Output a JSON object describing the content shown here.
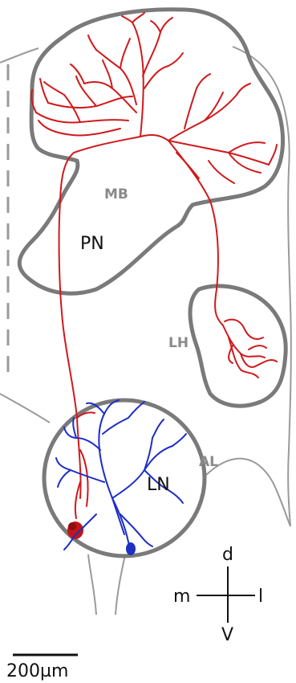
{
  "regions": {
    "mb_label": "MB",
    "pn_label": "PN",
    "lh_label": "LH",
    "al_label": "AL",
    "ln_label": "LN"
  },
  "orientation": {
    "dorsal": "d",
    "ventral": "V",
    "medial": "m",
    "lateral": "l"
  },
  "scale_bar": {
    "label": "200µm"
  },
  "colors": {
    "outline": "#7a7a7a",
    "pn_neuron": "#d0191b",
    "ln_neuron": "#1d2fc4",
    "text_dark": "#111111",
    "text_gray": "#8a8a8a"
  }
}
